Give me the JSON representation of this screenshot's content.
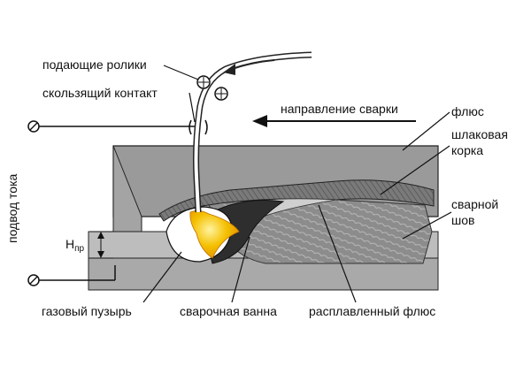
{
  "labels": {
    "feed_rollers": "подающие ролики",
    "sliding_contact": "скользящий контакт",
    "welding_direction": "направление сварки",
    "flux": "флюс",
    "slag_crust_1": "шлаковая",
    "slag_crust_2": "корка",
    "weld_seam_1": "сварной",
    "weld_seam_2": "шов",
    "current_supply": "подвод тока",
    "penetration_main": "H",
    "penetration_sub": "пр",
    "gas_bubble": "газовый пузырь",
    "weld_pool": "сварочная ванна",
    "molten_flux": "расплавленный флюс"
  },
  "colors": {
    "background": "#ffffff",
    "flux": "#9a9a9a",
    "base_metal": "#b9b9b9",
    "base_metal_lower": "#a8a8a8",
    "weld_seam": "#8c8c8c",
    "slag_crust": "#6e6e6e",
    "weld_pool": "#2e2e2e",
    "arc": "#f4b400",
    "gas_bubble": "#ffffff"
  },
  "icons": {
    "terminal_top": "circle-slash-icon",
    "terminal_bottom": "circle-slash-icon"
  }
}
